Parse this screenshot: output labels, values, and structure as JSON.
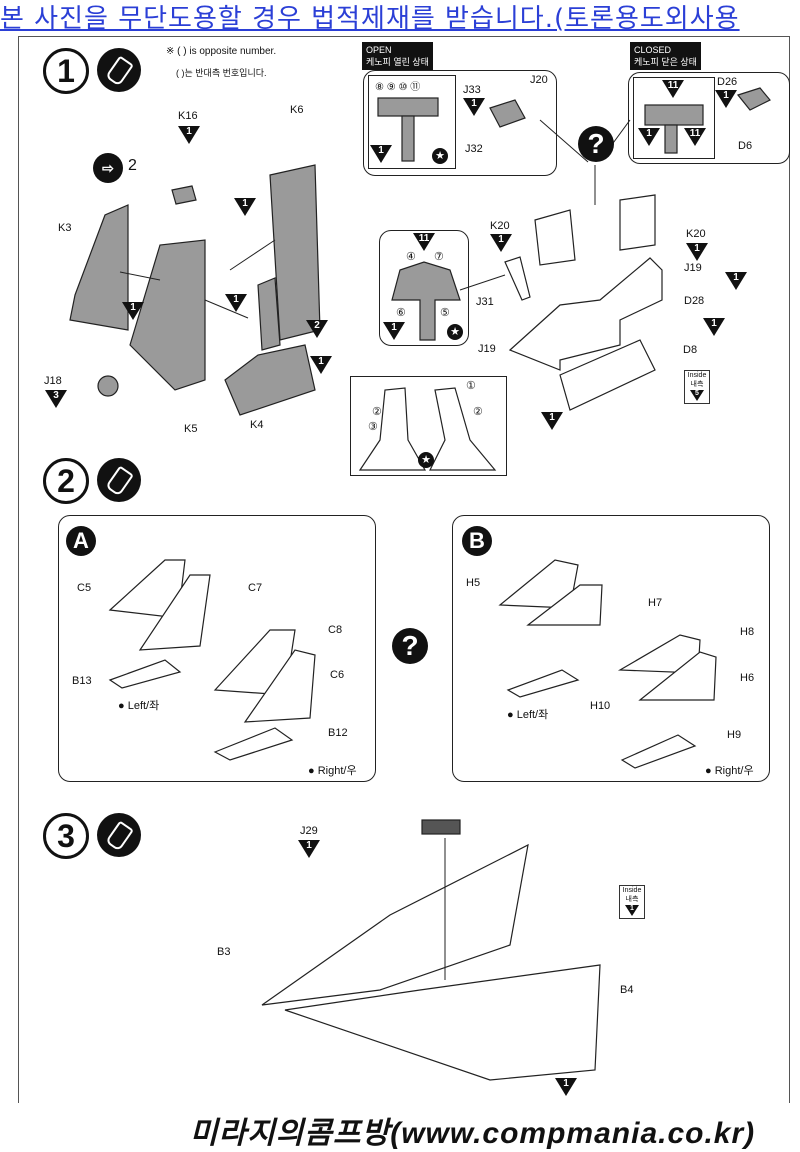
{
  "watermark": "본 사진을 무단도용할 경우 법적제재를 받습니다.(토론용도외사용",
  "footer": "미라지의콤프방(www.compmania.co.kr)",
  "colors": {
    "watermark": "#2b3fd6",
    "ink": "#111111",
    "part_fill": "#9a9a9a"
  },
  "icons": {
    "glue": "cement-tube-icon",
    "option": "question-icon",
    "paint": "star-decal-icon",
    "repeat": "repeat-arrows-icon"
  },
  "step1": {
    "number": "1",
    "note_en": "※ ( ) is opposite number.",
    "note_ko": "( )는 반대측 번호입니다.",
    "repeat_count": "2",
    "parts": {
      "K16": "K16",
      "K6": "K6",
      "K3": "K3",
      "K5": "K5",
      "K4": "K4",
      "J18": "J18"
    },
    "colors": {
      "c1": "1",
      "c2": "2",
      "c3": "3"
    },
    "open": {
      "tag_en": "OPEN",
      "tag_ko": "케노피 열린 상태",
      "dials": "⑧ ⑨ ⑩ ⑪",
      "J33": "J33",
      "J20": "J20",
      "J32": "J32",
      "color": "1"
    },
    "closed": {
      "tag_en": "CLOSED",
      "tag_ko": "케노피 닫은 상태",
      "D26": "D26",
      "D6": "D6",
      "color1": "1",
      "color11": "11"
    },
    "question": "?",
    "panel": {
      "top_color": "11",
      "n4": "④",
      "n7": "⑦",
      "n6": "⑥",
      "n5": "⑤",
      "bottom_color": "1"
    },
    "tub": {
      "K20a": "K20",
      "K20b": "K20",
      "J19a": "J19",
      "J19b": "J19",
      "D28": "D28",
      "J31": "J31",
      "D8": "D8",
      "inside_en": "Inside",
      "inside_ko": "내측",
      "inside_color": "5",
      "color": "1"
    },
    "seats": {
      "n1": "①",
      "n2a": "②",
      "n2b": "②",
      "n3": "③"
    }
  },
  "step2": {
    "number": "2",
    "A": {
      "letter": "A",
      "C5": "C5",
      "C7": "C7",
      "C8": "C8",
      "C6": "C6",
      "B13": "B13",
      "B12": "B12",
      "left": "Left/좌",
      "right": "Right/우"
    },
    "B": {
      "letter": "B",
      "H5": "H5",
      "H7": "H7",
      "H8": "H8",
      "H6": "H6",
      "H10": "H10",
      "H9": "H9",
      "left": "Left/좌",
      "right": "Right/우"
    },
    "question": "?"
  },
  "step3": {
    "number": "3",
    "J29": "J29",
    "B3": "B3",
    "B4": "B4",
    "color": "1",
    "inside_en": "Inside",
    "inside_ko": "내측",
    "inside_color": "1"
  }
}
